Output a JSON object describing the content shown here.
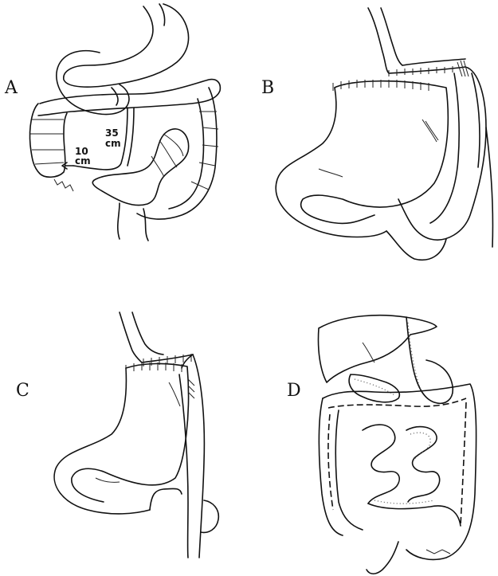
{
  "panels": [
    {
      "id": "A",
      "label": "A"
    },
    {
      "id": "B",
      "label": "B"
    },
    {
      "id": "C",
      "label": "C"
    },
    {
      "id": "D",
      "label": "D"
    }
  ],
  "annotations": {
    "a_35": "35",
    "a_35_unit": "cm",
    "a_10": "10",
    "a_10_unit": "cm"
  }
}
